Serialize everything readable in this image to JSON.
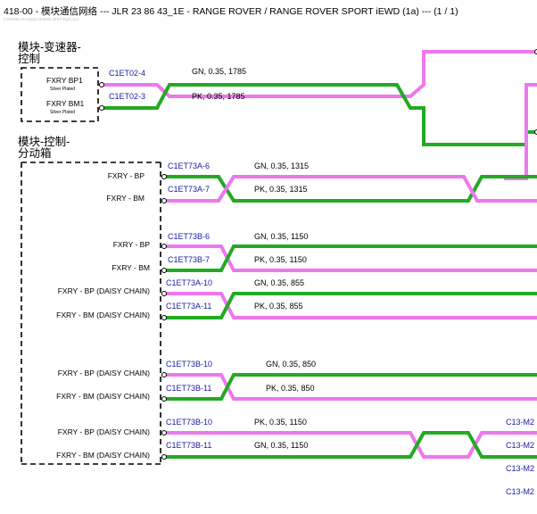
{
  "header": {
    "title": "418-00 - 模块通信网络 --- JLR 23 86 43_1E - RANGE ROVER / RANGE ROVER SPORT iEWD (1a) --- (1 / 1)",
    "subtitle": "CJLR001-G-A1(2)-Chassis (EXT-Pg2) cl.1"
  },
  "colors": {
    "pink": "#ee77ee",
    "green": "#22aa22",
    "connector": "#1a1aa8"
  },
  "modules": [
    {
      "id": "tcm",
      "line1": "模块-变速器-",
      "line2": "控制"
    },
    {
      "id": "tcase",
      "line1": "模块-控制-",
      "line2": "分动箱"
    }
  ],
  "tcm_pins": [
    {
      "label": "FXRY BP1",
      "sub": "Silver Plated"
    },
    {
      "label": "FXRY BM1",
      "sub": "Silver Plated"
    }
  ],
  "tcase_pins": [
    "FXRY - BP",
    "FXRY - BM",
    "FXRY - BP",
    "FXRY - BM",
    "FXRY - BP (DAISY CHAIN)",
    "FXRY - BM (DAISY CHAIN)",
    "FXRY - BP (DAISY CHAIN)",
    "FXRY - BM (DAISY CHAIN)",
    "FXRY - BP (DAISY CHAIN)",
    "FXRY - BM (DAISY CHAIN)"
  ],
  "connectors": [
    "C1ET02-4",
    "C1ET02-3",
    "C1ET73A-6",
    "C1ET73A-7",
    "C1ET73B-6",
    "C1ET73B-7",
    "C1ET73A-10",
    "C1ET73A-11",
    "C1ET73B-10",
    "C1ET73B-11",
    "C1ET73B-10",
    "C1ET73B-11"
  ],
  "wires": [
    "GN,  0.35,  1785",
    "PK,  0.35,  1785",
    "GN,  0.35,  1315",
    "PK,  0.35,  1315",
    "GN,  0.35,  1150",
    "PK,  0.35,  1150",
    "GN,  0.35,  855",
    "PK,  0.35,  855",
    "GN,  0.35,  850",
    "PK,  0.35,  850",
    "PK,  0.35,  1150",
    "GN,  0.35,  1150"
  ],
  "right_connectors": [
    "C13-M2",
    "C13-M2",
    "C13-M2",
    "C13-M2"
  ]
}
